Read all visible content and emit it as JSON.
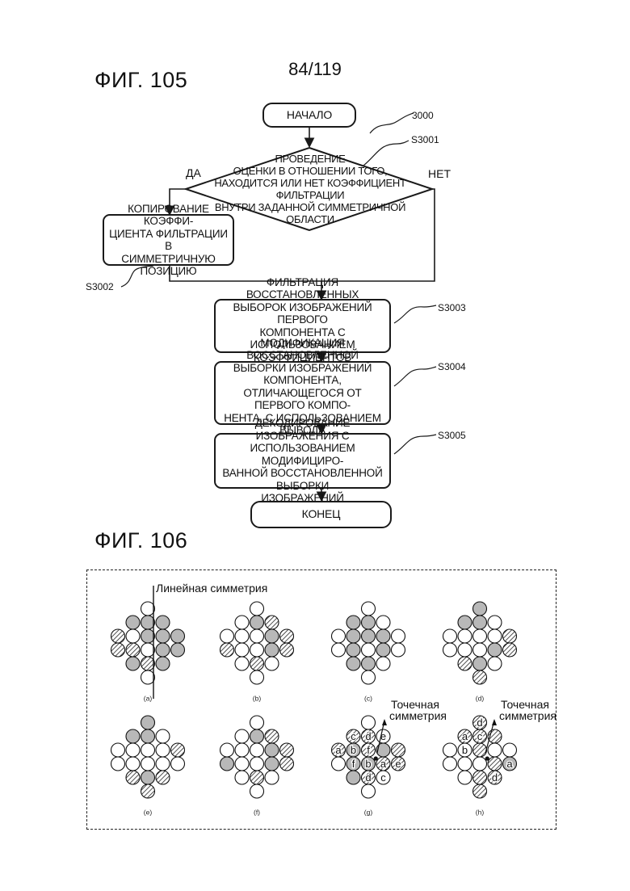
{
  "page_number": "84/119",
  "fig105": {
    "title": "ФИГ. 105",
    "ref_main": "3000",
    "start": "НАЧАЛО",
    "decision": {
      "ref": "S3001",
      "text": "ПРОВЕДЕНИЕ\nОЦЕНКИ В ОТНОШЕНИИ ТОГО,\nНАХОДИТСЯ ИЛИ НЕТ КОЭФФИЦИЕНТ ФИЛЬТРАЦИИ\nВНУТРИ ЗАДАННОЙ СИММЕТРИЧНОЙ\nОБЛАСТИ",
      "yes": "ДА",
      "no": "НЕТ"
    },
    "copy_step": {
      "ref": "S3002",
      "text": "КОПИРОВАНИЕ КОЭФФИ-\nЦИЕНТА ФИЛЬТРАЦИИ В\nСИММЕТРИЧНУЮ ПОЗИЦИЮ"
    },
    "step3003": {
      "ref": "S3003",
      "text": "ФИЛЬТРАЦИЯ ВОССТАНОВЛЕННЫХ\nВЫБОРОК ИЗОБРАЖЕНИЙ ПЕРВОГО\nКОМПОНЕНТА С ИСПОЛЬЗОВАНИЕМ\nКОЭФФИЦИЕНТОВ ФИЛЬТРАЦИИ"
    },
    "step3004": {
      "ref": "S3004",
      "text": "МОДИФИКАЦИЯ ВОССТАНОВЛЕННОЙ\nВЫБОРКИ ИЗОБРАЖЕНИЙ КОМПОНЕНТА,\nОТЛИЧАЮЩЕГОСЯ ОТ ПЕРВОГО КОМПО-\nНЕНТА, С ИСПОЛЬЗОВАНИЕМ ВЫВОДА\nФИЛЬТРАЦИИ"
    },
    "step3005": {
      "ref": "S3005",
      "text": "ДЕКОДИРОВАНИЕ ИЗОБРАЖЕНИЯ С\nИСПОЛЬЗОВАНИЕМ МОДИФИЦИРО-\nВАННОЙ ВОССТАНОВЛЕННОЙ ВЫБОРКИ\nИЗОБРАЖЕНИЙ"
    },
    "end": "КОНЕЦ"
  },
  "fig106": {
    "title": "ФИГ. 106",
    "line_symmetry_label": "Линейная симметрия",
    "point_symmetry_label_line1": "Точечная",
    "point_symmetry_label_line2": "симметрия",
    "panels": [
      {
        "label": "(a)",
        "fills": "wgggswgggsswgggsgw"
      },
      {
        "label": "(b)",
        "fills": "wwgswwwgsswwgswsww"
      },
      {
        "label": "(c)",
        "fills": "wggwwgggwwgwgwggww"
      },
      {
        "label": "(d)",
        "fills": "gggwwwwwswwwgssgws"
      },
      {
        "label": "(e)",
        "fills": "gggwwwwwswwwwwsgss"
      },
      {
        "label": "(f)",
        "fills": "wwgswwwgsgwwgswsww"
      },
      {
        "label": "(g)",
        "fills": "wsswsgsgswggssgsww",
        "letters": [
          "",
          "c",
          "d",
          "e",
          "a",
          "b",
          "f",
          "",
          "",
          "",
          "f",
          "b",
          "a",
          "e",
          "",
          "d",
          "c",
          ""
        ]
      },
      {
        "label": "(h)",
        "fills": "sssswwswwwwwsgwsss",
        "letters": [
          "d",
          "a",
          "c",
          "",
          "",
          "b",
          "",
          "",
          "",
          "",
          "",
          "",
          "",
          "a",
          "",
          "",
          "d",
          ""
        ]
      }
    ]
  }
}
